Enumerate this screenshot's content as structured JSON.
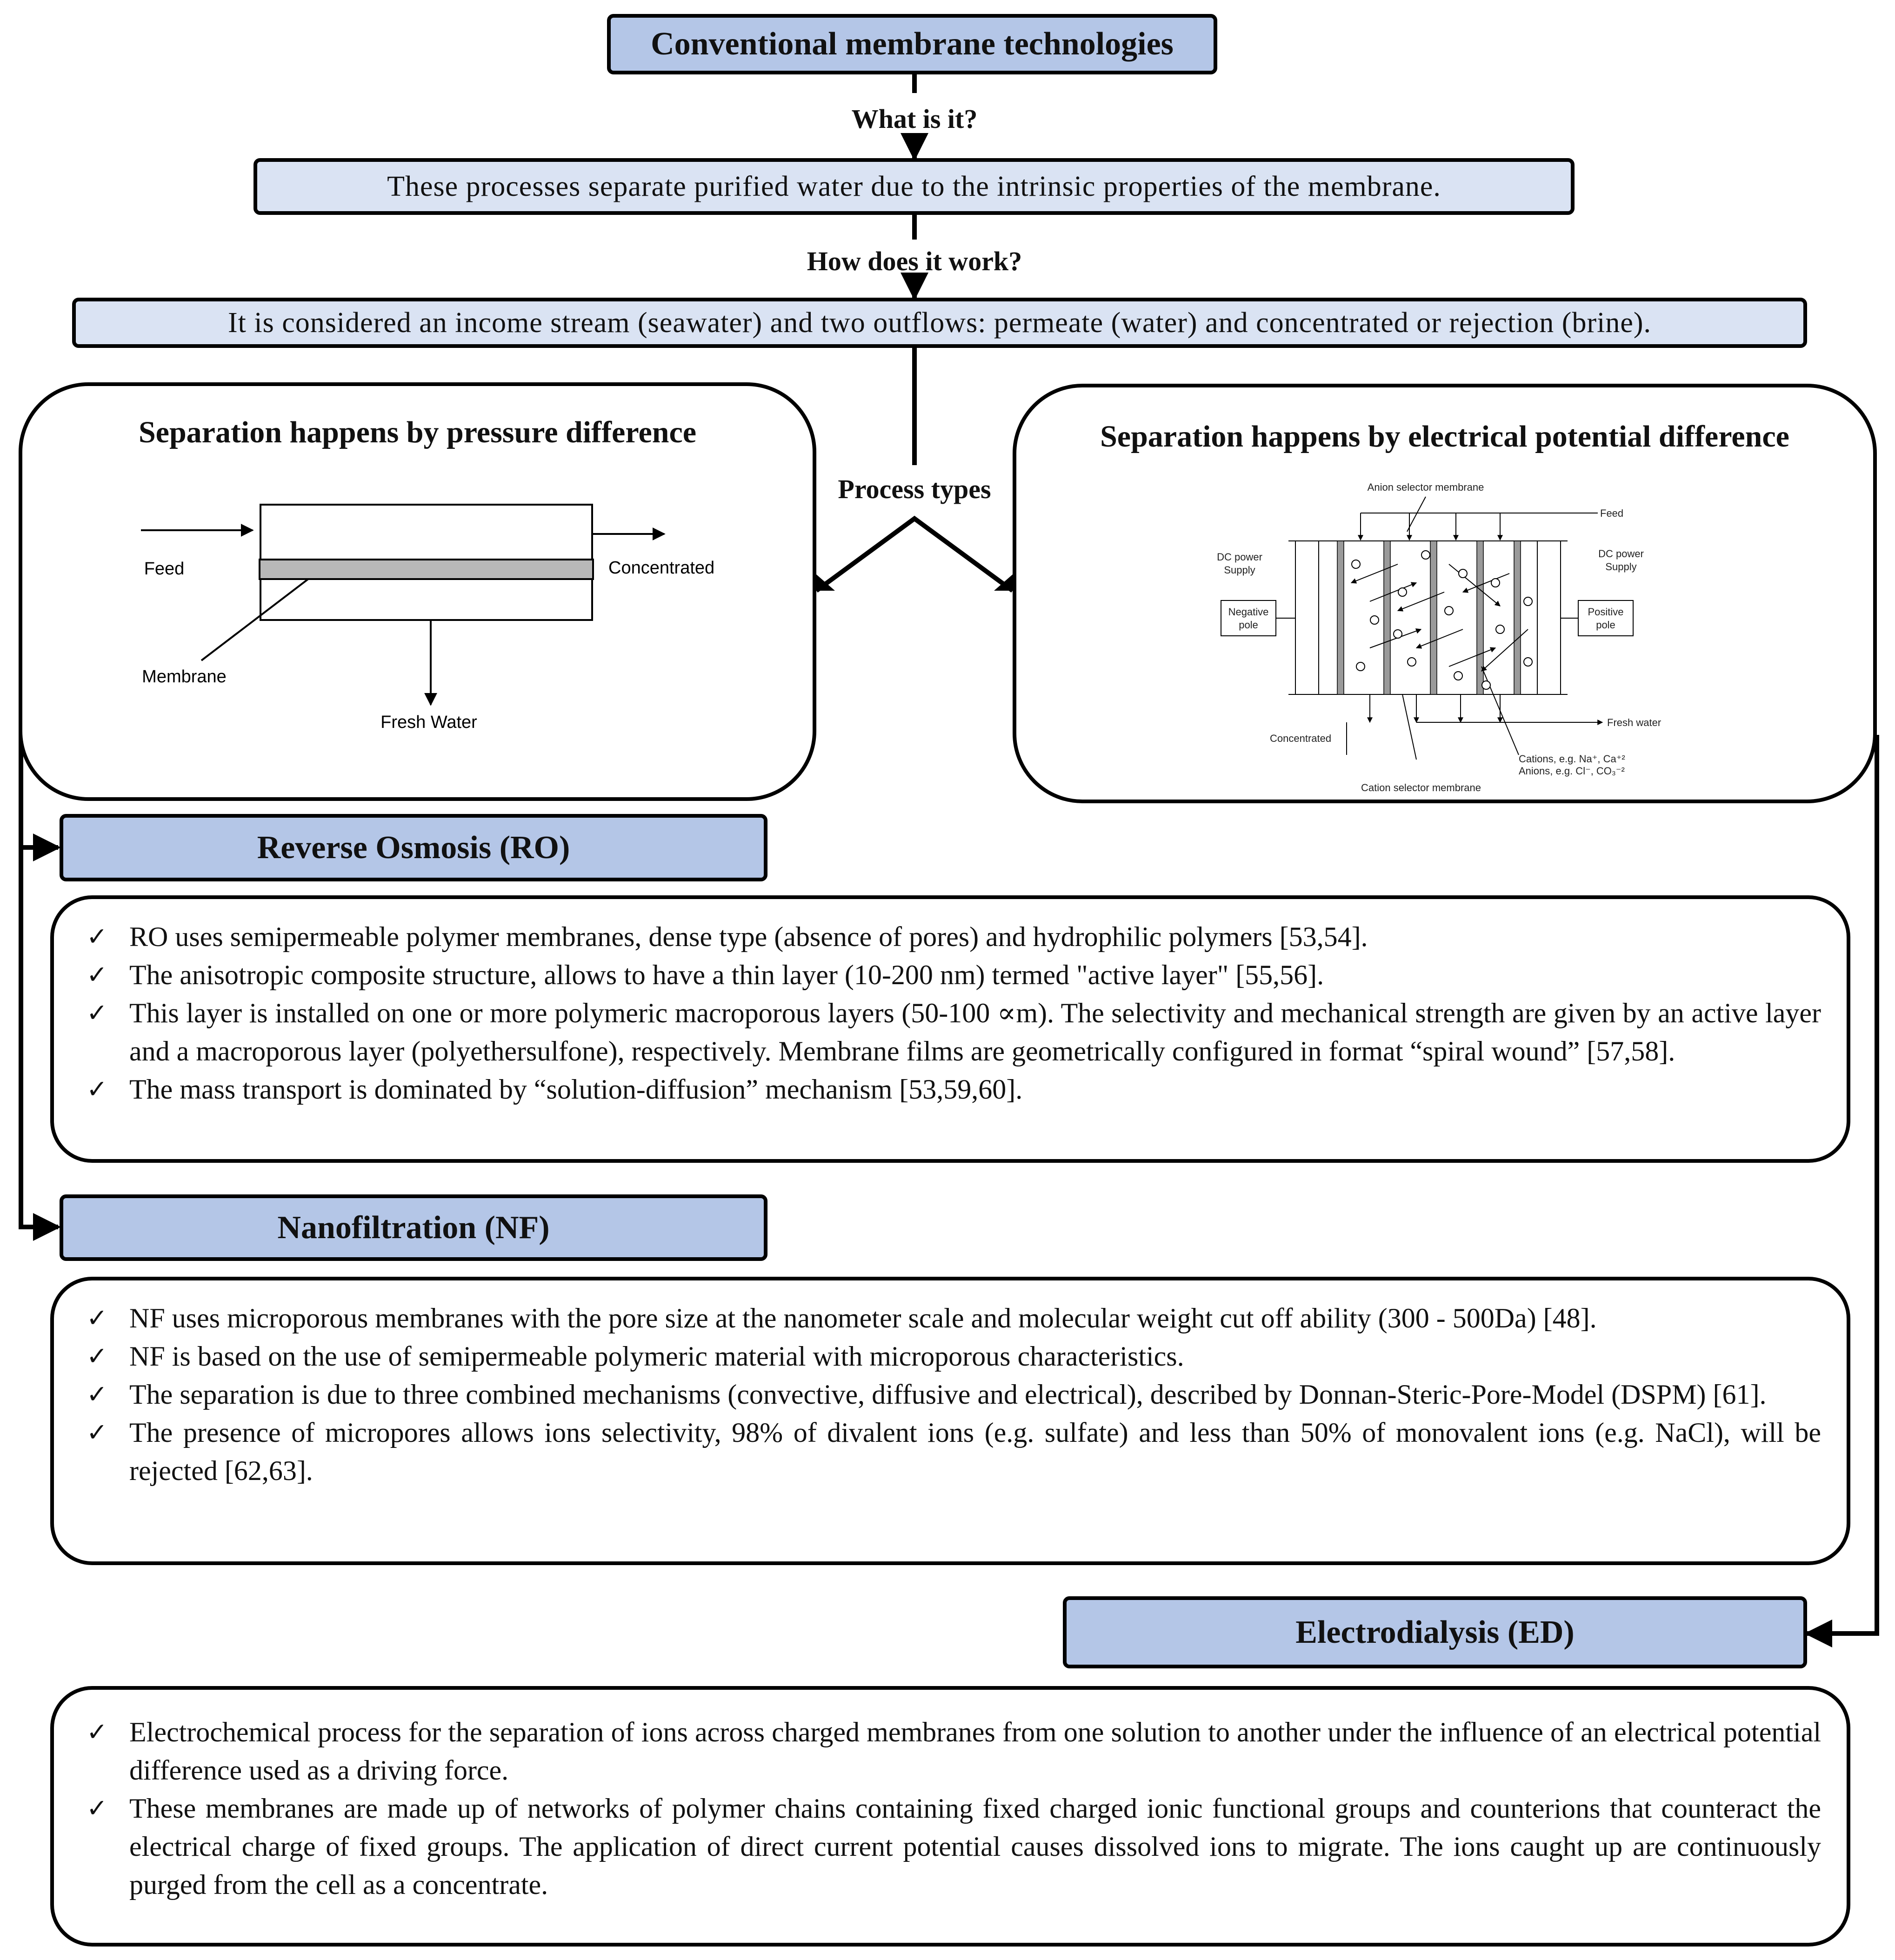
{
  "title": "Conventional membrane technologies",
  "q1": "What is it?",
  "box1": "These processes separate purified water due to the intrinsic properties of the membrane.",
  "q2": "How does it work?",
  "box2": "It is considered an income stream (seawater) and two outflows: permeate (water) and concentrated or rejection (brine).",
  "process_types": "Process types",
  "pressure": {
    "title": "Separation happens by pressure difference",
    "labels": {
      "feed": "Feed",
      "concentrated": "Concentrated",
      "membrane": "Membrane",
      "fresh_water": "Fresh Water"
    }
  },
  "electrical": {
    "title": "Separation happens by electrical potential difference",
    "labels": {
      "anion_membrane": "Anion selector membrane",
      "feed": "Feed",
      "dc_power_left": "DC power",
      "supply_left": "Supply",
      "dc_power_right": "DC power",
      "supply_right": "Supply",
      "negative": "Negative",
      "negative_pole": "pole",
      "positive": "Positive",
      "positive_pole": "pole",
      "fresh_water": "Fresh water",
      "concentrated": "Concentrated",
      "cations": "Cations, e.g. Na⁺, Ca⁺²",
      "anions": "Anions, e.g. Cl⁻, CO₃⁻²",
      "cation_membrane": "Cation selector membrane"
    }
  },
  "ro": {
    "header": "Reverse Osmosis (RO)",
    "bullets": [
      "RO uses semipermeable polymer membranes, dense type (absence of pores) and hydrophilic polymers [53,54].",
      "The anisotropic composite structure, allows to have a thin layer (10-200 nm) termed \"active layer\" [55,56].",
      "This layer is installed on one or more polymeric macroporous layers (50-100 ∝m). The selectivity and mechanical strength are given by an active layer and a macroporous layer (polyethersulfone), respectively. Membrane films are geometrically configured in format “spiral wound” [57,58].",
      "The mass transport is dominated by “solution-diffusion” mechanism [53,59,60]."
    ]
  },
  "nf": {
    "header": "Nanofiltration (NF)",
    "bullets": [
      "NF uses microporous membranes with the pore size at the nanometer scale and molecular weight cut off ability (300 - 500Da) [48].",
      "NF is based on the use of semipermeable polymeric material with microporous characteristics.",
      "The separation is due to three combined mechanisms (convective, diffusive and electrical), described by Donnan-Steric-Pore-Model (DSPM) [61].",
      "The presence of micropores allows ions selectivity, 98% of divalent ions (e.g. sulfate) and less than 50% of monovalent ions (e.g. NaCl), will be rejected [62,63]."
    ]
  },
  "ed": {
    "header": "Electrodialysis (ED)",
    "bullets": [
      "Electrochemical process for the separation of ions across charged membranes from one solution to another under the influence of an electrical potential difference used as a driving force.",
      "These membranes are made up of networks of polymer chains containing fixed charged ionic functional groups and counterions that counteract the electrical charge of fixed groups. The application of direct current potential causes dissolved ions to migrate. The ions caught up are continuously purged from the cell as a concentrate."
    ]
  },
  "colors": {
    "header_fill": "#b4c6e7",
    "light_fill": "#dae3f3",
    "membrane_gray": "#b8b8b8"
  }
}
